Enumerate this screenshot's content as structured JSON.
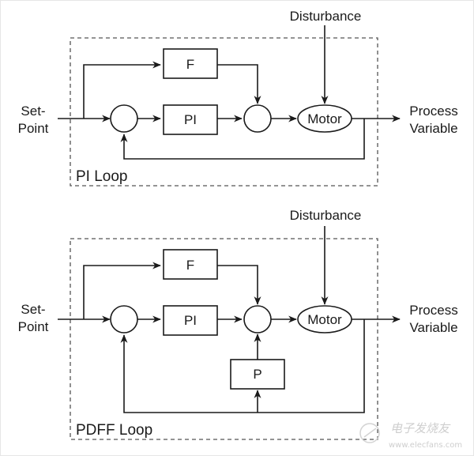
{
  "diagrams": [
    {
      "id": "pi",
      "loop_label": "PI Loop",
      "input_label": [
        "Set-",
        "Point"
      ],
      "output_label": [
        "Process",
        "Variable"
      ],
      "disturbance_label": "Disturbance",
      "blocks": {
        "feedforward": "F",
        "controller": "PI",
        "plant": "Motor"
      }
    },
    {
      "id": "pdff",
      "loop_label": "PDFF Loop",
      "input_label": [
        "Set-",
        "Point"
      ],
      "output_label": [
        "Process",
        "Variable"
      ],
      "disturbance_label": "Disturbance",
      "blocks": {
        "feedforward": "F",
        "controller": "PI",
        "plant": "Motor",
        "feedback_gain": "P"
      }
    }
  ],
  "watermark": {
    "title": "电子发烧友",
    "url": "www.elecfans.com"
  }
}
